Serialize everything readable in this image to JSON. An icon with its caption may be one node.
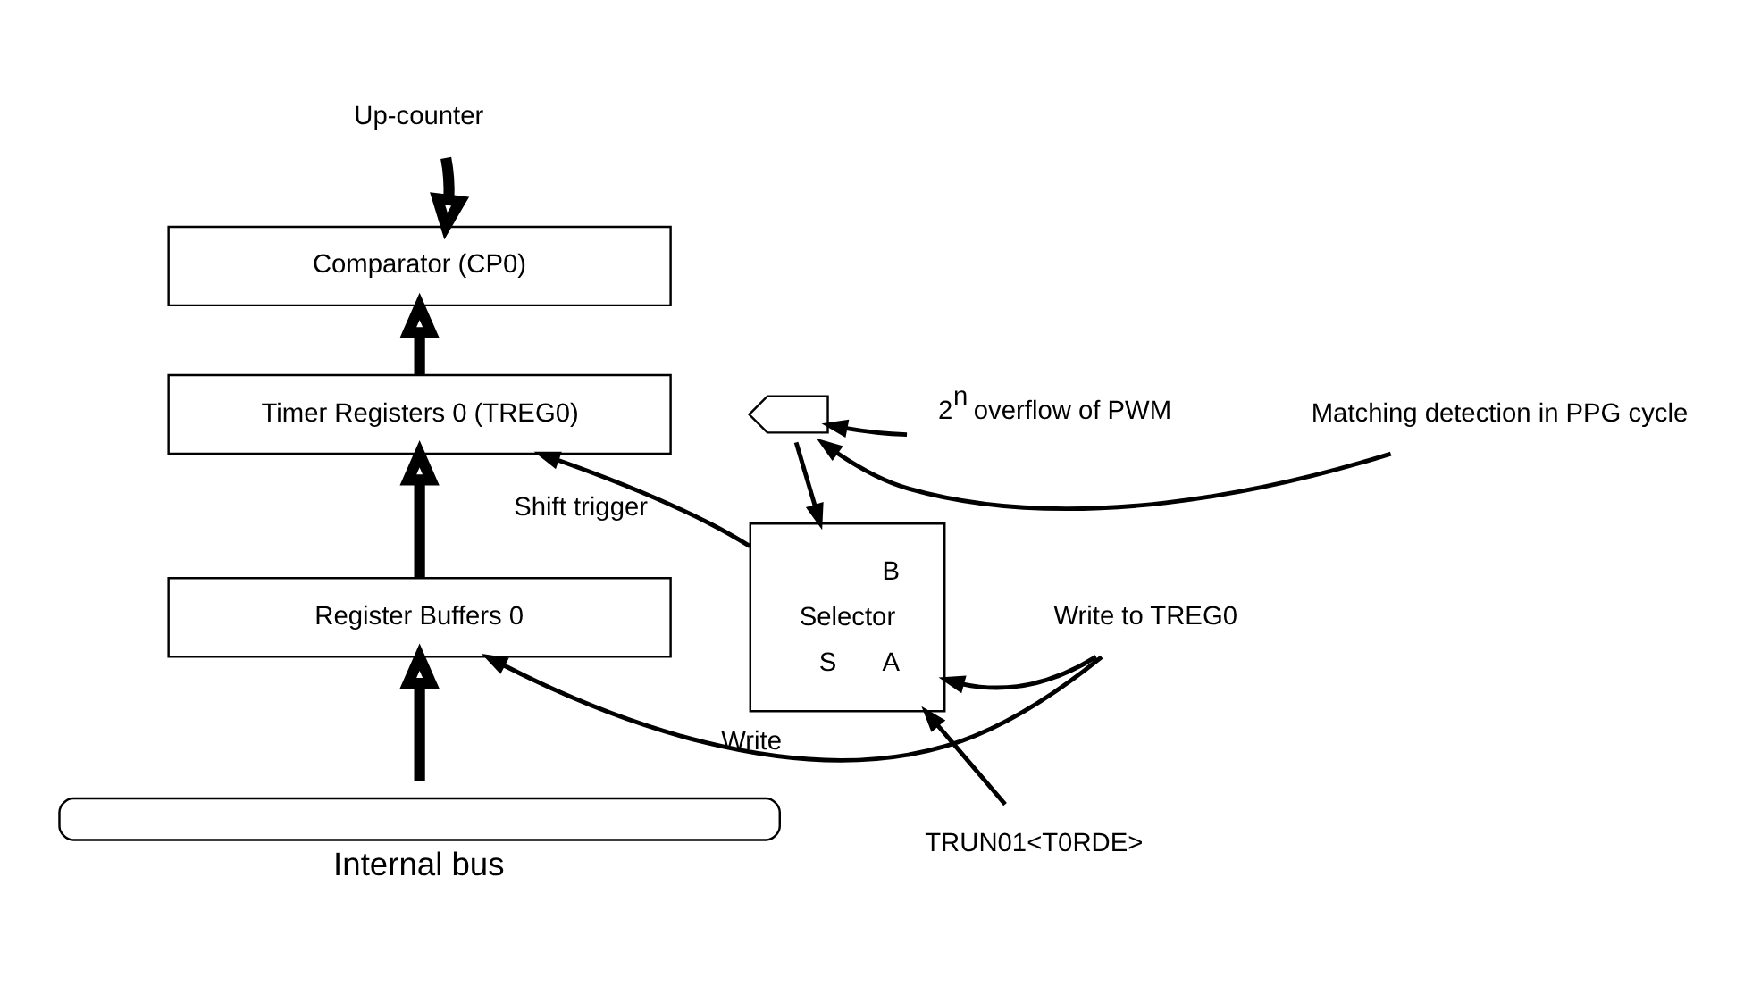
{
  "diagram": {
    "nodes": [
      {
        "text": [
          "Up-counter"
        ]
      },
      {
        "text": [
          "Comparator (CP0)"
        ]
      },
      {
        "text": [
          "Timer Registers 0 (TREG0)"
        ]
      },
      {
        "text": [
          "Register Buffers 0"
        ]
      },
      {
        "text": [
          "Internal bus"
        ]
      },
      {
        "text": [
          "B",
          "Selector",
          "S",
          "A"
        ]
      },
      {
        "text": [],
        "shape": "gate"
      },
      {
        "text": [
          "Matching detection in PPG cycle"
        ]
      },
      {
        "text": [
          "2$^{n}$ overflow of PWM"
        ]
      },
      {
        "text": [
          "Write to TREG0"
        ]
      },
      {
        "text": [
          "TRUN01<T0RDE>"
        ]
      }
    ],
    "edges": [
      {
        "from": 0,
        "to": 1,
        "arrow": "to",
        "style": "thick"
      },
      {
        "from": 2,
        "to": 1,
        "arrow": "to",
        "style": "thick"
      },
      {
        "from": 3,
        "to": 2,
        "arrow": "to",
        "style": "thick"
      },
      {
        "from": 4,
        "to": 3,
        "arrow": "to",
        "style": "thick"
      },
      {
        "from": 5,
        "to": 2,
        "arrow": "to",
        "label": "Shift trigger"
      },
      {
        "from": 6,
        "to": 5,
        "arrow": "to"
      },
      {
        "from": 7,
        "to": 6,
        "arrow": "to"
      },
      {
        "from": 8,
        "to": 6,
        "arrow": "to"
      },
      {
        "from": 9,
        "to": 5,
        "arrow": "to"
      },
      {
        "from": 9,
        "to": 3,
        "arrow": "to",
        "label": "Write"
      },
      {
        "from": 10,
        "to": 5,
        "arrow": "to"
      }
    ]
  }
}
